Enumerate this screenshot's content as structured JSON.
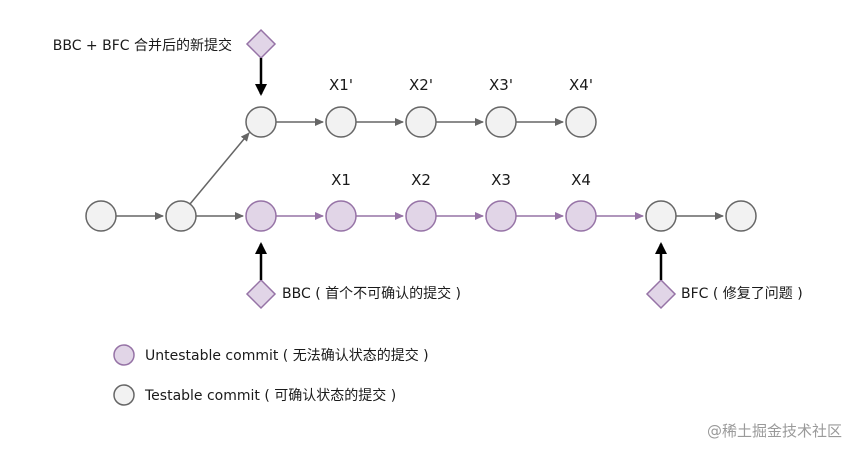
{
  "annotations": {
    "merged_commit": "BBC + BFC 合并后的新提交",
    "bbc": "BBC ( 首个不可确认的提交 )",
    "bfc": "BFC ( 修复了问题 )"
  },
  "top_branch_labels": [
    "X1'",
    "X2'",
    "X3'",
    "X4'"
  ],
  "main_branch_labels": [
    "X1",
    "X2",
    "X3",
    "X4"
  ],
  "legend": {
    "untestable": "Untestable commit ( 无法确认状态的提交 )",
    "testable": "Testable commit ( 可确认状态的提交 )"
  },
  "colors": {
    "testable_fill": "#f2f2f2",
    "testable_stroke": "#666666",
    "untestable_fill": "#e1d5e7",
    "untestable_stroke": "#9673a6",
    "gray_arrow": "#666666",
    "purple_arrow": "#9673a6"
  },
  "watermark": "@稀土掘金技术社区"
}
